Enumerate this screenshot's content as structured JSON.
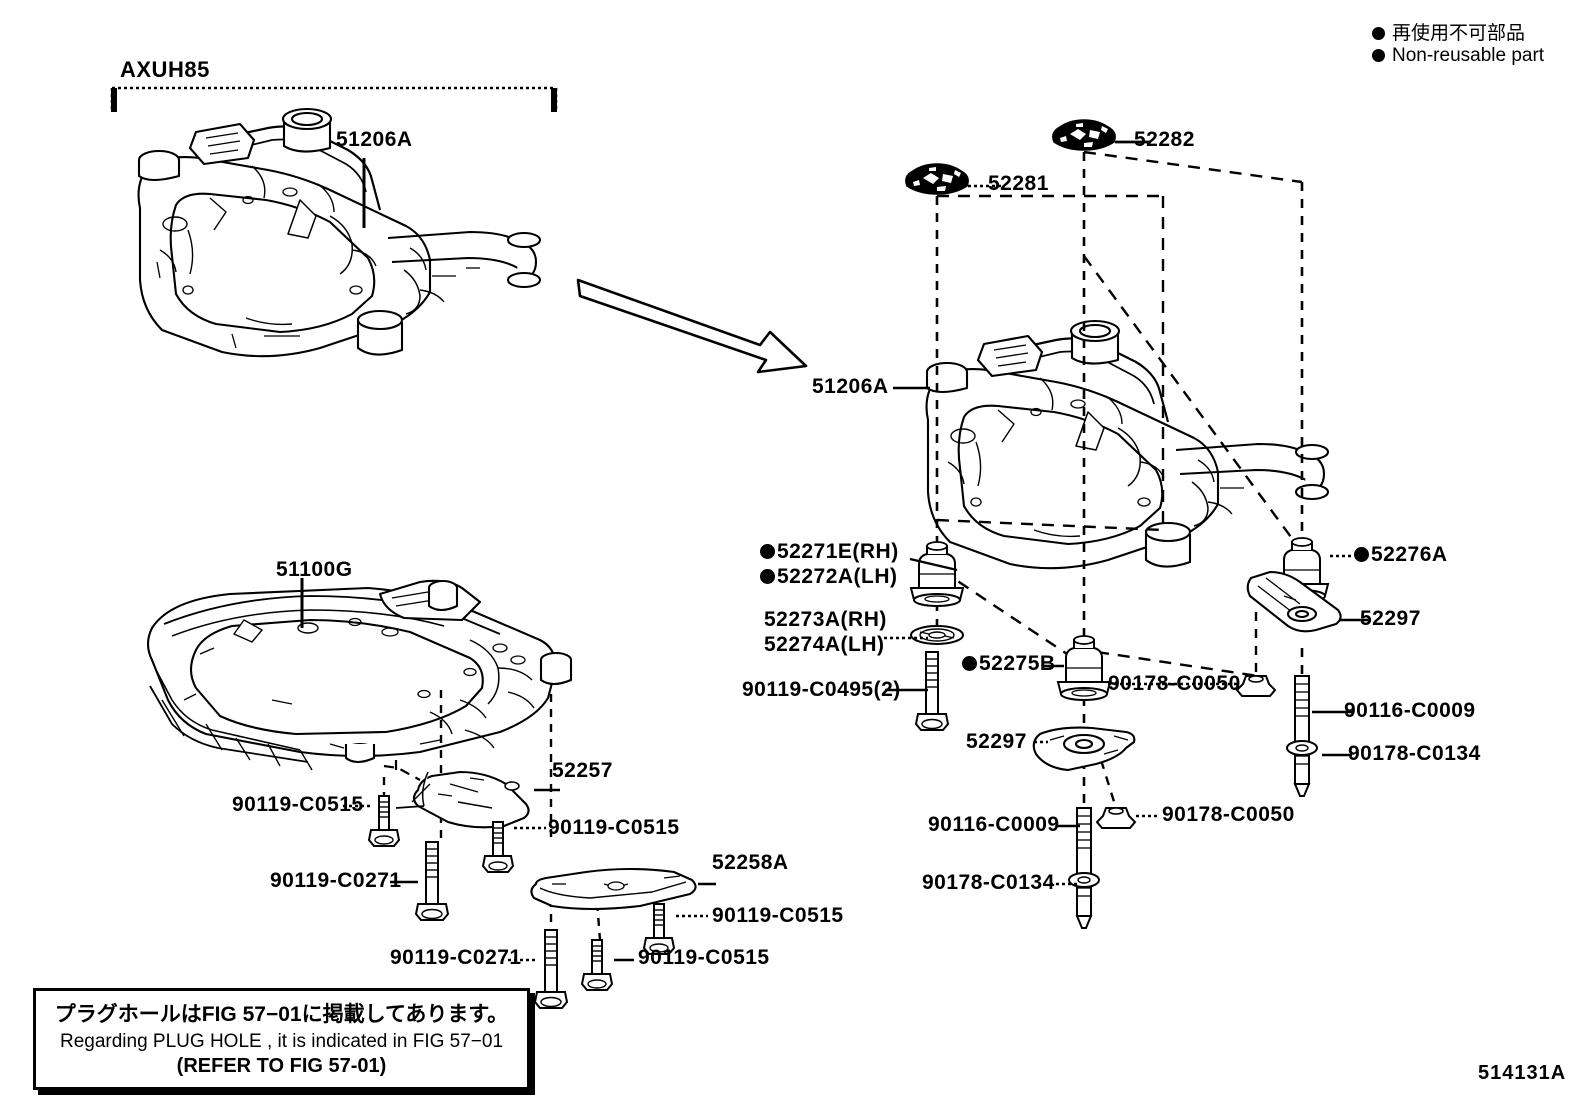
{
  "figure": {
    "id": "514131A",
    "model_code": "AXUH85"
  },
  "legend": {
    "jp": "再使用不可部品",
    "en": "Non-reusable part",
    "marker": "filled-circle"
  },
  "labels": {
    "rear_subframe_top": "51206A",
    "rear_subframe_exploded": "51206A",
    "front_subframe": "51100G",
    "cushion_upper_rear": "52282",
    "cushion_upper_front": "52281",
    "stopper_rh": "52271E(RH)",
    "stopper_lh": "52272A(LH)",
    "retainer_rh": "52273A(RH)",
    "retainer_lh": "52274A(LH)",
    "bolt_c0495": "90119-C0495(2)",
    "cushion_52275b": "52275B",
    "cushion_52276a": "52276A",
    "bracket_52297_right": "52297",
    "bracket_52297_center": "52297",
    "nut_c0050_right": "90178-C0050",
    "nut_c0050_center": "90178-C0050",
    "bolt_c0009_right": "90116-C0009",
    "bolt_c0009_center": "90116-C0009",
    "nut_c0134_right": "90178-C0134",
    "nut_c0134_center": "90178-C0134",
    "bracket_52257": "52257",
    "brace_52258a": "52258A",
    "bolt_c0515_a": "90119-C0515",
    "bolt_c0515_b": "90119-C0515",
    "bolt_c0515_c": "90119-C0515",
    "bolt_c0515_d": "90119-C0515",
    "bolt_c0271_a": "90119-C0271",
    "bolt_c0271_b": "90119-C0271"
  },
  "bulleted_parts": [
    "52271E(RH)",
    "52272A(LH)",
    "52275B",
    "52276A"
  ],
  "note": {
    "line_jp": "プラグホールはFIG 57−01に掲載してあります。",
    "line_en": "Regarding  PLUG  HOLE , it is indicated in FIG 57−01",
    "line_ref": "(REFER TO FIG 57-01)"
  }
}
